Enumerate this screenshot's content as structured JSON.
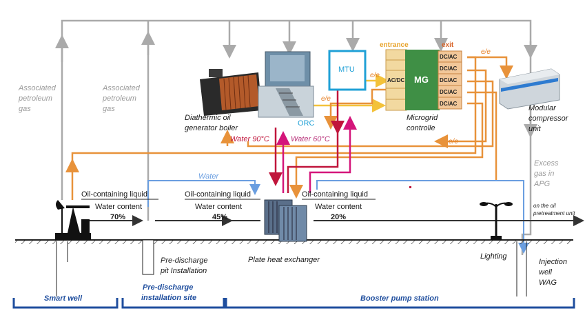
{
  "labels": {
    "apg_left": [
      "Associated",
      "petroleum",
      "gas"
    ],
    "apg_mid": [
      "Associated",
      "petroleum",
      "gas"
    ],
    "boiler": [
      "Diathermic oil",
      "generator boiler"
    ],
    "orc": "ORC",
    "mtu": "MTU",
    "mg": "MG",
    "entrance": "entrance",
    "exit": "exit",
    "acdc": "AC/DC",
    "dcac": [
      "DC/AC",
      "DC/AC",
      "DC/AC",
      "DC/AC",
      "DC/AC"
    ],
    "microgrid": [
      "Microgrid",
      "controlle"
    ],
    "compressor": [
      "Modular",
      "compressor",
      "unit"
    ],
    "ee": [
      "e/e",
      "e/e",
      "e/e",
      "e/e"
    ],
    "water_hot": "Water  90°C",
    "water_warm": "Water  60°C",
    "water_blue": "Water",
    "excess_gas": [
      "Excess",
      "gas in",
      "APG"
    ],
    "liquid1": [
      "Oil-containing liquid",
      "Water content",
      "70%"
    ],
    "liquid2": [
      "Oil-containing liquid",
      "Water content",
      "45%"
    ],
    "liquid3": [
      "Oil-containing liquid",
      "Water content",
      "20%"
    ],
    "pretreatment": [
      "on the oil",
      "pretreatment unit"
    ],
    "predischarge_pit": [
      "Pre-discharge",
      "pit Installation"
    ],
    "plate_hx": "Plate heat exchanger",
    "lighting": "Lighting",
    "injection": [
      "Injection",
      "well",
      "WAG"
    ],
    "zones": [
      "Smart well",
      "Pre-discharge",
      "installation site",
      "Booster pump station"
    ]
  },
  "colors": {
    "gray_flow": "#aaaaaa",
    "orange_flow": "#e8923a",
    "yellow_flow": "#f3c23a",
    "red_flow": "#c0153b",
    "magenta_flow": "#d4157a",
    "blue_flow": "#6a9ee0",
    "mg_green": "#3f8f45",
    "mtu_blue": "#1fa0d6",
    "zone_blue": "#1f4e9e"
  }
}
